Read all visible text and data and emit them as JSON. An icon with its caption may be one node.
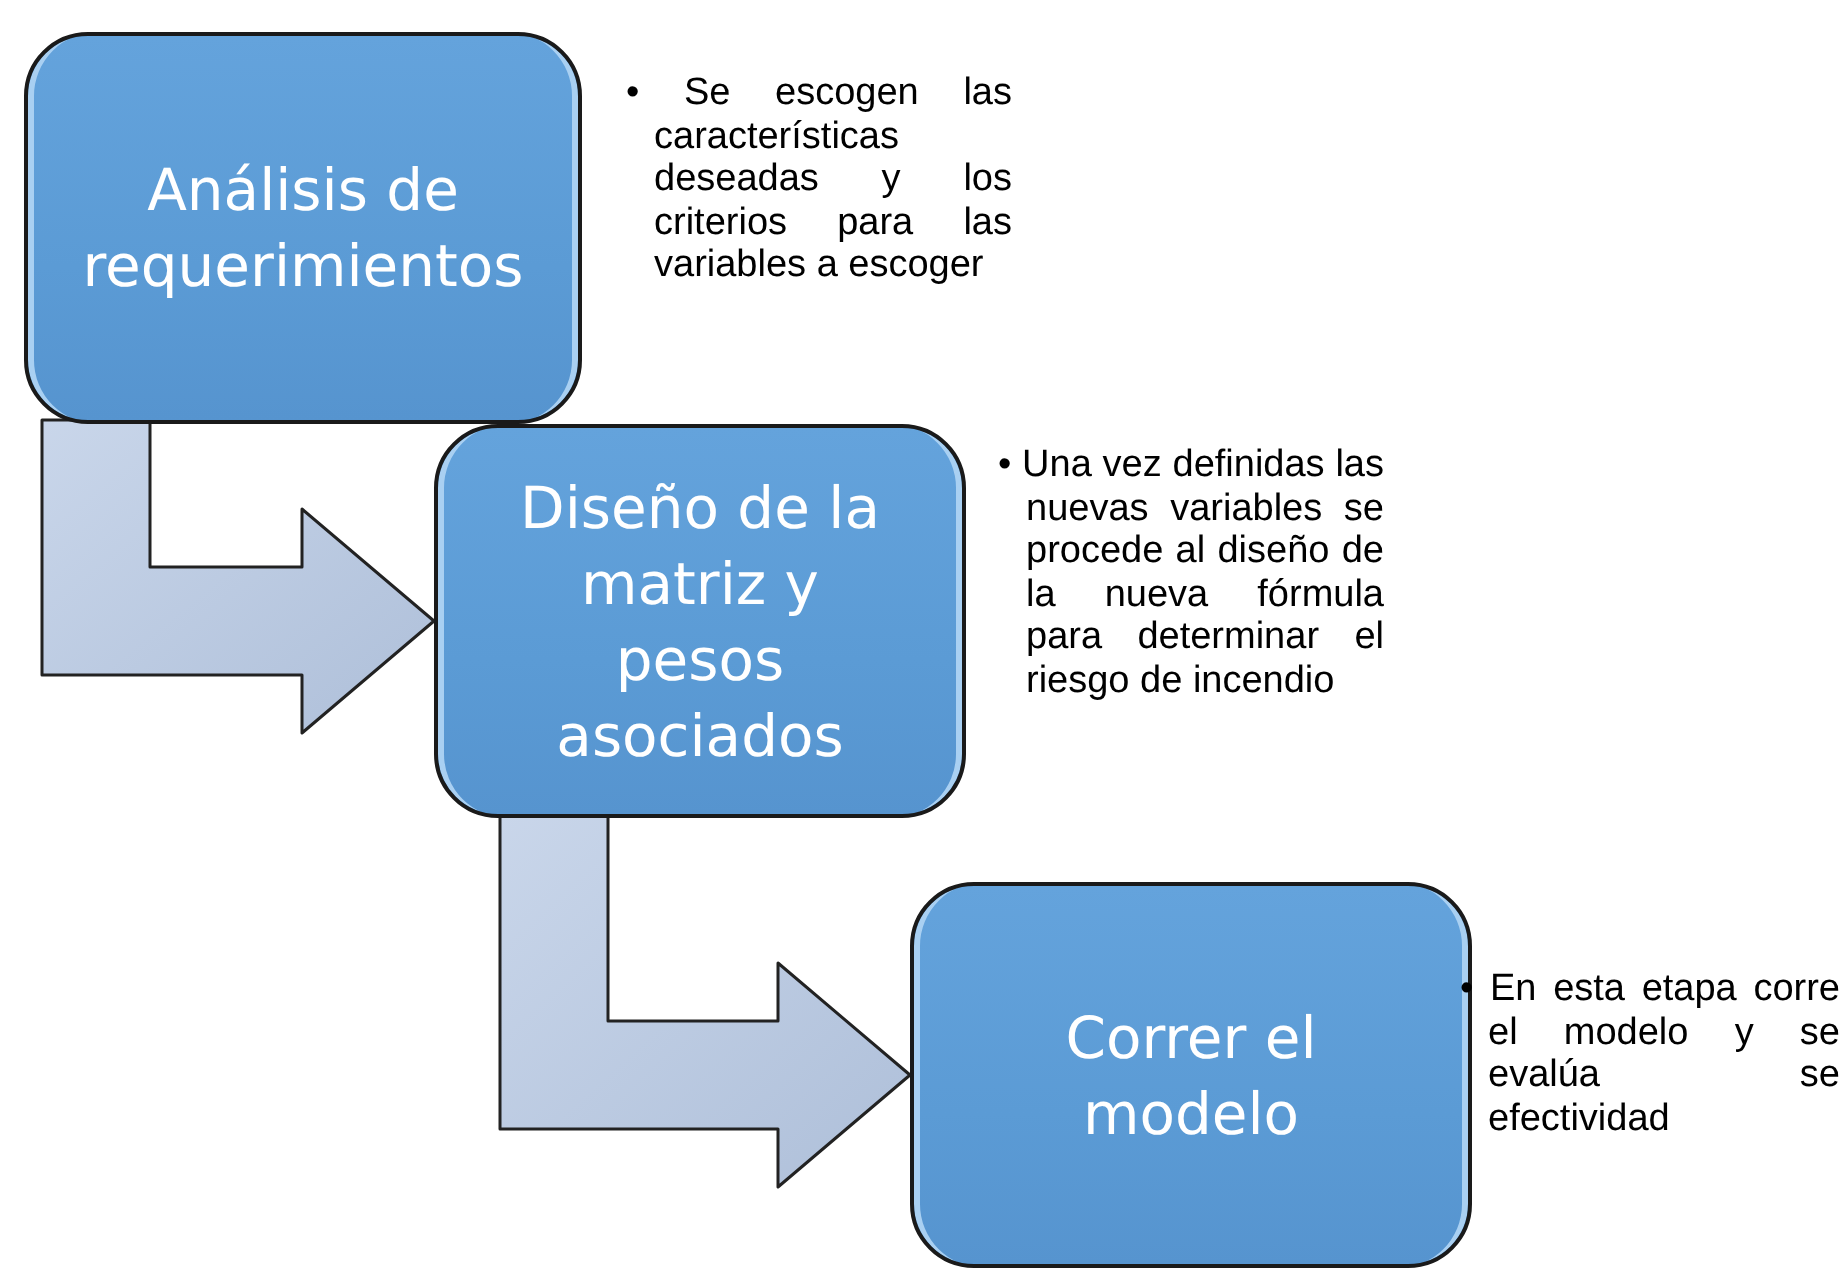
{
  "diagram": {
    "nodes": [
      {
        "text": [
          "Análisis de requerimientos"
        ],
        "beside": [
          "• Se escogen las características deseadas y los criterios para las variables a escoger"
        ]
      },
      {
        "text": [
          "Diseño de la matriz y pesos asociados"
        ],
        "beside": [
          "• Una vez definidas las nuevas variables se procede al diseño de la nueva fórmula para determinar el riesgo de incendio"
        ]
      },
      {
        "text": [
          "Correr el modelo"
        ],
        "beside": [
          "• En esta etapa corre el modelo y se evalúa se efectividad"
        ]
      }
    ],
    "edges": [
      {
        "from": 0,
        "to": 1,
        "arrow": "to"
      },
      {
        "from": 1,
        "to": 2,
        "arrow": "to"
      }
    ]
  }
}
